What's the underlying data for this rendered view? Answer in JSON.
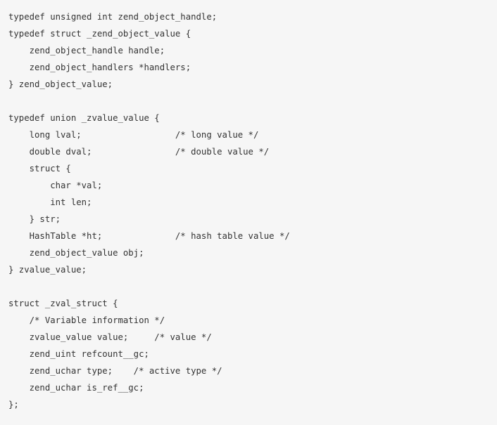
{
  "code": {
    "lines": [
      "typedef unsigned int zend_object_handle;",
      "typedef struct _zend_object_value {",
      "    zend_object_handle handle;",
      "    zend_object_handlers *handlers;",
      "} zend_object_value;",
      "",
      "typedef union _zvalue_value {",
      "    long lval;                  /* long value */",
      "    double dval;                /* double value */",
      "    struct {",
      "        char *val;",
      "        int len;",
      "    } str;",
      "    HashTable *ht;              /* hash table value */",
      "    zend_object_value obj;",
      "} zvalue_value;",
      "",
      "struct _zval_struct {",
      "    /* Variable information */",
      "    zvalue_value value;     /* value */",
      "    zend_uint refcount__gc;",
      "    zend_uchar type;    /* active type */",
      "    zend_uchar is_ref__gc;",
      "};"
    ]
  }
}
